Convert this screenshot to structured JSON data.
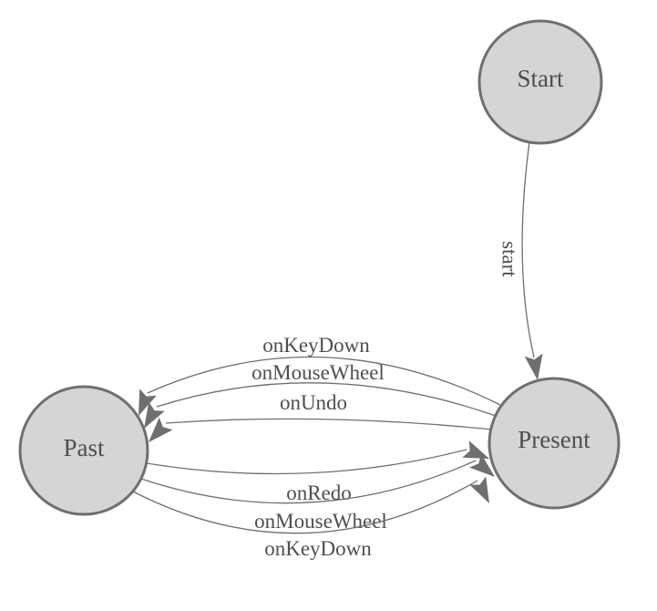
{
  "diagram": {
    "kind": "state-machine",
    "colors": {
      "background": "#ffffff",
      "node_fill": "#d5d5d5",
      "node_border": "#6f6f6f",
      "edge_line": "#6f6f6f",
      "arrowhead": "#6f6f6f",
      "label_text": "#4e4e4e"
    },
    "nodes": {
      "start": {
        "label": "Start"
      },
      "present": {
        "label": "Present"
      },
      "past": {
        "label": "Past"
      }
    },
    "edges": {
      "start_to_present": {
        "label": "start"
      },
      "present_to_past": [
        {
          "label": "onKeyDown"
        },
        {
          "label": "onMouseWheel"
        },
        {
          "label": "onUndo"
        }
      ],
      "past_to_present": [
        {
          "label": "onRedo"
        },
        {
          "label": "onMouseWheel"
        },
        {
          "label": "onKeyDown"
        }
      ]
    }
  }
}
